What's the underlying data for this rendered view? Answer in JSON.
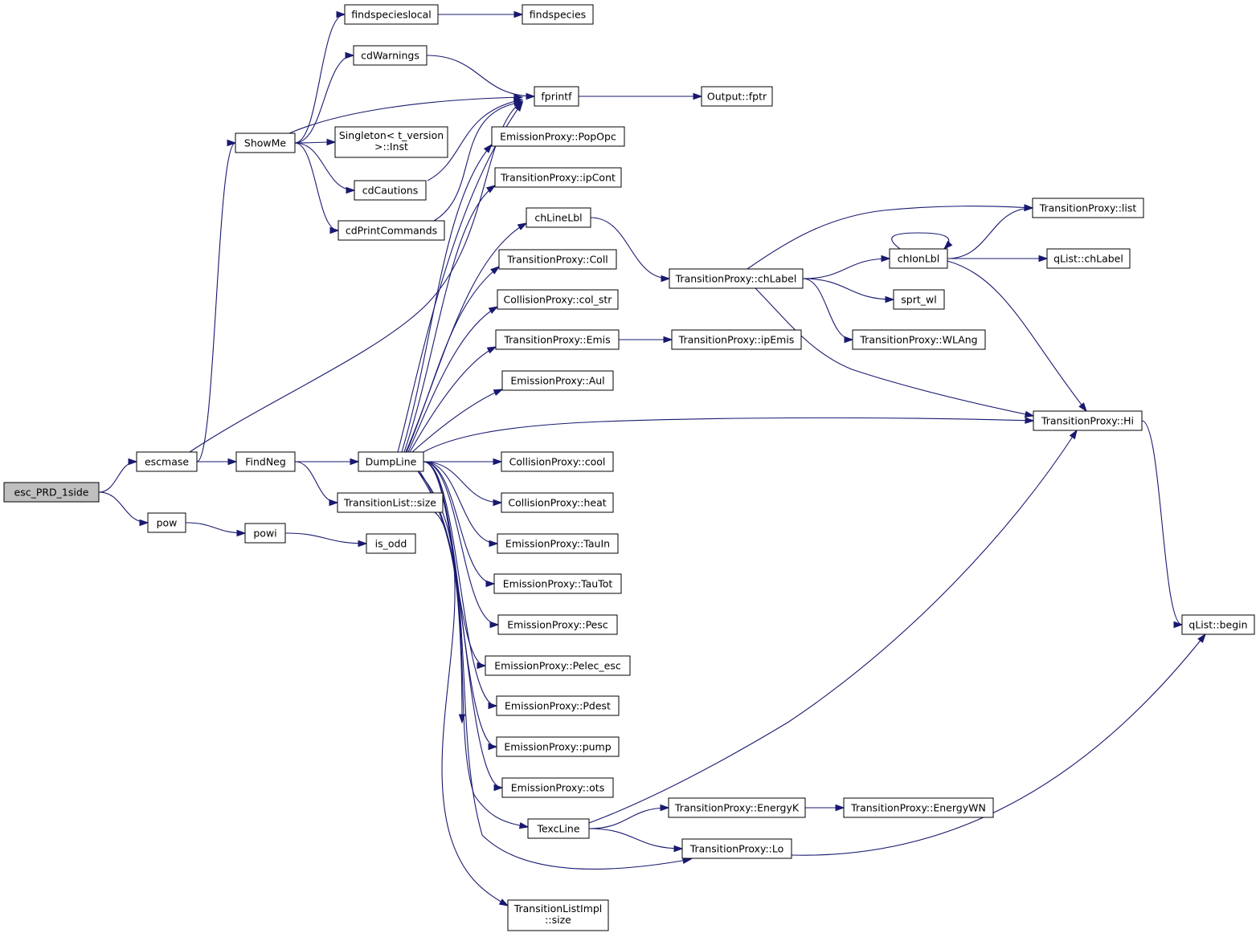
{
  "nodes": {
    "esc_PRD_1side": "esc_PRD_1side",
    "escmase": "escmase",
    "pow": "pow",
    "powi": "powi",
    "is_odd": "is_odd",
    "ShowMe": "ShowMe",
    "FindNeg": "FindNeg",
    "findspecieslocal": "findspecieslocal",
    "findspecies": "findspecies",
    "cdWarnings": "cdWarnings",
    "fprintf": "fprintf",
    "Output_fptr": "Output::fptr",
    "Singleton_Inst": [
      "Singleton< t_version",
      ">::Inst"
    ],
    "cdCautions": "cdCautions",
    "cdPrintCommands": "cdPrintCommands",
    "DumpLine": "DumpLine",
    "TransitionList_size": "TransitionList::size",
    "EmissionProxy_PopOpc": "EmissionProxy::PopOpc",
    "TransitionProxy_ipCont": "TransitionProxy::ipCont",
    "chLineLbl": "chLineLbl",
    "TransitionProxy_Coll": "TransitionProxy::Coll",
    "CollisionProxy_col_str": "CollisionProxy::col_str",
    "TransitionProxy_Emis": "TransitionProxy::Emis",
    "EmissionProxy_Aul": "EmissionProxy::Aul",
    "CollisionProxy_cool": "CollisionProxy::cool",
    "CollisionProxy_heat": "CollisionProxy::heat",
    "EmissionProxy_TauIn": "EmissionProxy::TauIn",
    "EmissionProxy_TauTot": "EmissionProxy::TauTot",
    "EmissionProxy_Pesc": "EmissionProxy::Pesc",
    "EmissionProxy_Pelec_esc": "EmissionProxy::Pelec_esc",
    "EmissionProxy_Pdest": "EmissionProxy::Pdest",
    "EmissionProxy_pump": "EmissionProxy::pump",
    "EmissionProxy_ots": "EmissionProxy::ots",
    "TexcLine": "TexcLine",
    "TransitionListImpl_size": [
      "TransitionListImpl",
      "::size"
    ],
    "TransitionProxy_chLabel": "TransitionProxy::chLabel",
    "TransitionProxy_ipEmis": "TransitionProxy::ipEmis",
    "TransitionProxy_EnergyK": "TransitionProxy::EnergyK",
    "TransitionProxy_EnergyWN": "TransitionProxy::EnergyWN",
    "TransitionProxy_Lo": "TransitionProxy::Lo",
    "TransitionProxy_list": "TransitionProxy::list",
    "chIonLbl": "chIonLbl",
    "qList_chLabel": "qList::chLabel",
    "sprt_wl": "sprt_wl",
    "TransitionProxy_WLAng": "TransitionProxy::WLAng",
    "TransitionProxy_Hi": "TransitionProxy::Hi",
    "qList_begin": "qList::begin"
  },
  "root": "esc_PRD_1side",
  "edges": [
    [
      "esc_PRD_1side",
      "escmase"
    ],
    [
      "esc_PRD_1side",
      "pow"
    ],
    [
      "escmase",
      "ShowMe"
    ],
    [
      "escmase",
      "FindNeg"
    ],
    [
      "escmase",
      "fprintf"
    ],
    [
      "pow",
      "powi"
    ],
    [
      "powi",
      "is_odd"
    ],
    [
      "ShowMe",
      "findspecieslocal"
    ],
    [
      "ShowMe",
      "cdWarnings"
    ],
    [
      "ShowMe",
      "fprintf"
    ],
    [
      "ShowMe",
      "Singleton_Inst"
    ],
    [
      "ShowMe",
      "cdCautions"
    ],
    [
      "ShowMe",
      "cdPrintCommands"
    ],
    [
      "findspecieslocal",
      "findspecies"
    ],
    [
      "cdWarnings",
      "fprintf"
    ],
    [
      "cdCautions",
      "fprintf"
    ],
    [
      "cdPrintCommands",
      "fprintf"
    ],
    [
      "fprintf",
      "Output_fptr"
    ],
    [
      "FindNeg",
      "DumpLine"
    ],
    [
      "FindNeg",
      "TransitionList_size"
    ],
    [
      "TransitionList_size",
      "TransitionListImpl_size"
    ],
    [
      "DumpLine",
      "fprintf"
    ],
    [
      "DumpLine",
      "EmissionProxy_PopOpc"
    ],
    [
      "DumpLine",
      "TransitionProxy_ipCont"
    ],
    [
      "DumpLine",
      "chLineLbl"
    ],
    [
      "DumpLine",
      "TransitionProxy_Coll"
    ],
    [
      "DumpLine",
      "CollisionProxy_col_str"
    ],
    [
      "DumpLine",
      "TransitionProxy_Emis"
    ],
    [
      "DumpLine",
      "EmissionProxy_Aul"
    ],
    [
      "DumpLine",
      "TransitionProxy_Hi"
    ],
    [
      "DumpLine",
      "CollisionProxy_cool"
    ],
    [
      "DumpLine",
      "CollisionProxy_heat"
    ],
    [
      "DumpLine",
      "EmissionProxy_TauIn"
    ],
    [
      "DumpLine",
      "EmissionProxy_TauTot"
    ],
    [
      "DumpLine",
      "EmissionProxy_Pesc"
    ],
    [
      "DumpLine",
      "EmissionProxy_Pelec_esc"
    ],
    [
      "DumpLine",
      "EmissionProxy_Pdest"
    ],
    [
      "DumpLine",
      "EmissionProxy_pump"
    ],
    [
      "DumpLine",
      "EmissionProxy_ots"
    ],
    [
      "DumpLine",
      "TexcLine"
    ],
    [
      "DumpLine",
      "TransitionProxy_Lo"
    ],
    [
      "DumpLine",
      "TransitionListImpl_size"
    ],
    [
      "chLineLbl",
      "TransitionProxy_chLabel"
    ],
    [
      "TransitionProxy_Emis",
      "TransitionProxy_ipEmis"
    ],
    [
      "TransitionProxy_chLabel",
      "TransitionProxy_list"
    ],
    [
      "TransitionProxy_chLabel",
      "chIonLbl"
    ],
    [
      "TransitionProxy_chLabel",
      "sprt_wl"
    ],
    [
      "TransitionProxy_chLabel",
      "TransitionProxy_WLAng"
    ],
    [
      "TransitionProxy_chLabel",
      "TransitionProxy_Hi"
    ],
    [
      "chIonLbl",
      "chIonLbl"
    ],
    [
      "chIonLbl",
      "TransitionProxy_list"
    ],
    [
      "chIonLbl",
      "qList_chLabel"
    ],
    [
      "chIonLbl",
      "TransitionProxy_Hi"
    ],
    [
      "TransitionProxy_Hi",
      "qList_begin"
    ],
    [
      "TexcLine",
      "TransitionProxy_Hi"
    ],
    [
      "TexcLine",
      "TransitionProxy_EnergyK"
    ],
    [
      "TexcLine",
      "TransitionProxy_Lo"
    ],
    [
      "TransitionProxy_EnergyK",
      "TransitionProxy_EnergyWN"
    ],
    [
      "TransitionProxy_Lo",
      "qList_begin"
    ]
  ]
}
